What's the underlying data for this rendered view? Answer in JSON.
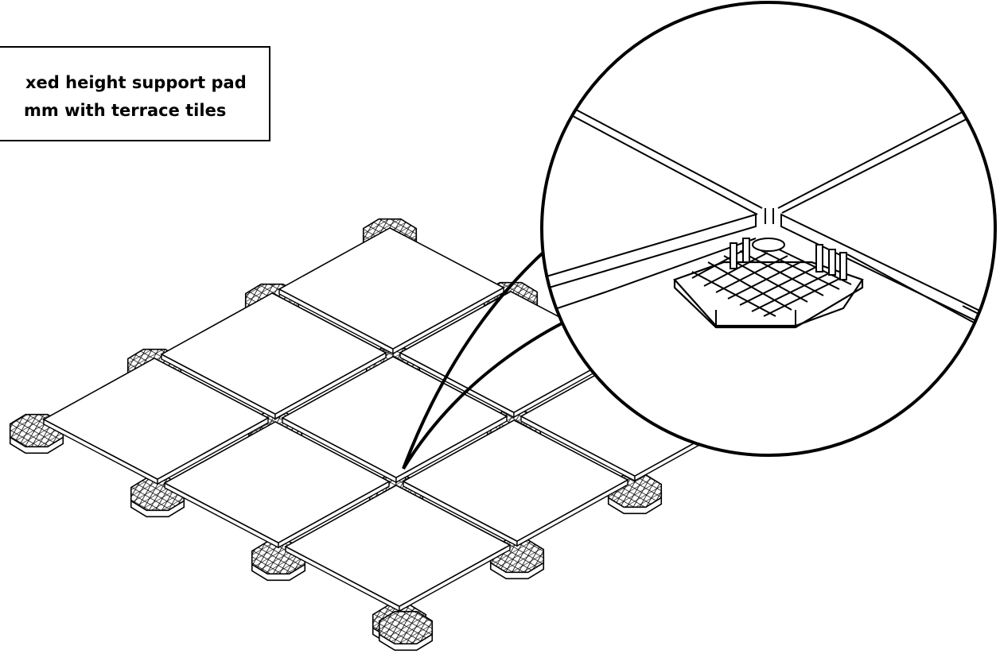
{
  "caption": {
    "line1": "xed height support pad",
    "line2": "mm with terrace tiles"
  },
  "colors": {
    "stroke": "#000000",
    "tile_fill": "#ffffff",
    "background": "#ffffff"
  },
  "scene": {
    "tile_grid": "3 x 3",
    "support_pad_count": 13,
    "detail_view": "magnified corner support pad under four tiles"
  }
}
